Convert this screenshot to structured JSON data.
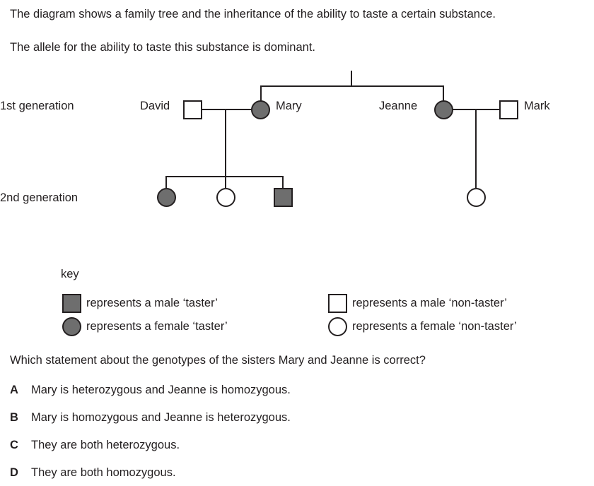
{
  "stem": {
    "line1": "The diagram shows a family tree and the inheritance of the ability to taste a certain substance.",
    "line2": "The allele for the ability to taste this substance is dominant."
  },
  "diagram": {
    "generation_labels": {
      "first": "1st generation",
      "second": "2nd generation"
    },
    "individuals": [
      {
        "name": "David",
        "sex": "male",
        "phenotype": "non-taster",
        "generation": 1
      },
      {
        "name": "Mary",
        "sex": "female",
        "phenotype": "taster",
        "generation": 1
      },
      {
        "name": "Jeanne",
        "sex": "female",
        "phenotype": "taster",
        "generation": 1
      },
      {
        "name": "Mark",
        "sex": "male",
        "phenotype": "non-taster",
        "generation": 1
      },
      {
        "name": "",
        "sex": "female",
        "phenotype": "taster",
        "generation": 2
      },
      {
        "name": "",
        "sex": "female",
        "phenotype": "non-taster",
        "generation": 2
      },
      {
        "name": "",
        "sex": "male",
        "phenotype": "taster",
        "generation": 2
      },
      {
        "name": "",
        "sex": "female",
        "phenotype": "non-taster",
        "generation": 2
      }
    ],
    "colors": {
      "filled": "#6e6e6e",
      "outline": "#231f20",
      "open": "#ffffff"
    }
  },
  "key": {
    "title": "key",
    "entries": [
      {
        "symbol": "filled-square",
        "label": "represents a male ‘taster’"
      },
      {
        "symbol": "filled-circle",
        "label": "represents a female ‘taster’"
      },
      {
        "symbol": "open-square",
        "label": "represents a male ‘non-taster’"
      },
      {
        "symbol": "open-circle",
        "label": "represents a female ‘non-taster’"
      }
    ]
  },
  "question": {
    "text": "Which statement about the genotypes of the sisters Mary and Jeanne is correct?",
    "options": [
      {
        "letter": "A",
        "text": "Mary is heterozygous and Jeanne is homozygous."
      },
      {
        "letter": "B",
        "text": "Mary is homozygous and Jeanne is heterozygous."
      },
      {
        "letter": "C",
        "text": "They are both heterozygous."
      },
      {
        "letter": "D",
        "text": "They are both homozygous."
      }
    ]
  }
}
